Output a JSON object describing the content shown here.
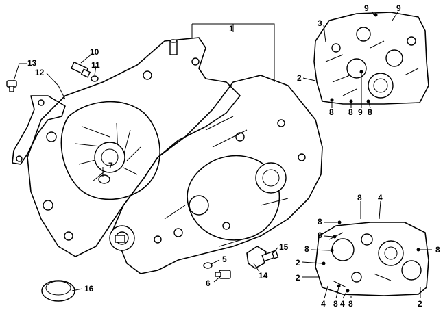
{
  "callouts": {
    "c1": "1",
    "c2a": "2",
    "c2b": "2",
    "c2c": "2",
    "c2d": "2",
    "c3": "3",
    "c4a": "4",
    "c4b": "4",
    "c4c": "4",
    "c5": "5",
    "c6": "6",
    "c7": "7",
    "c8a": "8",
    "c8b": "8",
    "c8c": "8",
    "c8d": "8",
    "c8e": "8",
    "c8f": "8",
    "c8g": "8",
    "c8h": "8",
    "c8i": "8",
    "c8j": "8",
    "c9a": "9",
    "c9b": "9",
    "c9c": "9",
    "c10": "10",
    "c11": "11",
    "c12": "12",
    "c13": "13",
    "c14": "14",
    "c15": "15",
    "c16": "16"
  }
}
